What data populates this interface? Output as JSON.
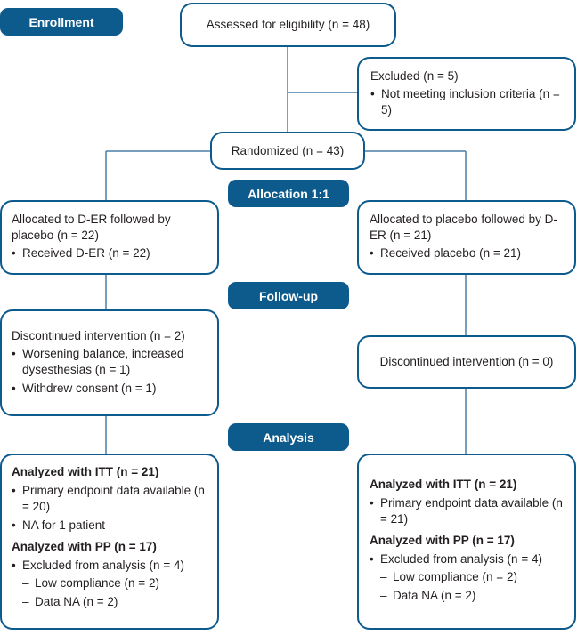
{
  "stages": {
    "enrollment": "Enrollment",
    "allocation": "Allocation 1:1",
    "followup": "Follow-up",
    "analysis": "Analysis"
  },
  "assessed": "Assessed for eligibility (n = 48)",
  "excluded": {
    "title": "Excluded (n = 5)",
    "items": [
      "Not meeting inclusion criteria (n = 5)"
    ]
  },
  "randomized": "Randomized (n = 43)",
  "left": {
    "allocation": {
      "title": "Allocated to D-ER followed by placebo (n = 22)",
      "items": [
        "Received D-ER (n = 22)"
      ]
    },
    "followup": {
      "title": "Discontinued intervention (n = 2)",
      "items": [
        "Worsening balance, increased dysesthesias (n = 1)",
        "Withdrew consent (n = 1)"
      ]
    },
    "analysis": {
      "itt": "Analyzed with ITT (n = 21)",
      "itt_items": [
        "Primary endpoint data available (n = 20)",
        "NA for 1 patient"
      ],
      "pp": "Analyzed with PP (n = 17)",
      "pp_item": "Excluded from analysis (n = 4)",
      "pp_subitems": [
        "Low compliance (n = 2)",
        "Data NA (n = 2)"
      ]
    }
  },
  "right": {
    "allocation": {
      "title": "Allocated to placebo followed by D-ER (n = 21)",
      "items": [
        "Received placebo (n = 21)"
      ]
    },
    "followup": {
      "title": "Discontinued intervention (n = 0)"
    },
    "analysis": {
      "itt": "Analyzed with ITT (n = 21)",
      "itt_items": [
        "Primary endpoint data available (n = 21)"
      ],
      "pp": "Analyzed with PP (n = 17)",
      "pp_item": "Excluded from analysis (n = 4)",
      "pp_subitems": [
        "Low compliance (n = 2)",
        "Data NA (n = 2)"
      ]
    }
  },
  "colors": {
    "accent": "#0d5a8c",
    "text": "#231f20",
    "line": "#4a7fa7"
  }
}
